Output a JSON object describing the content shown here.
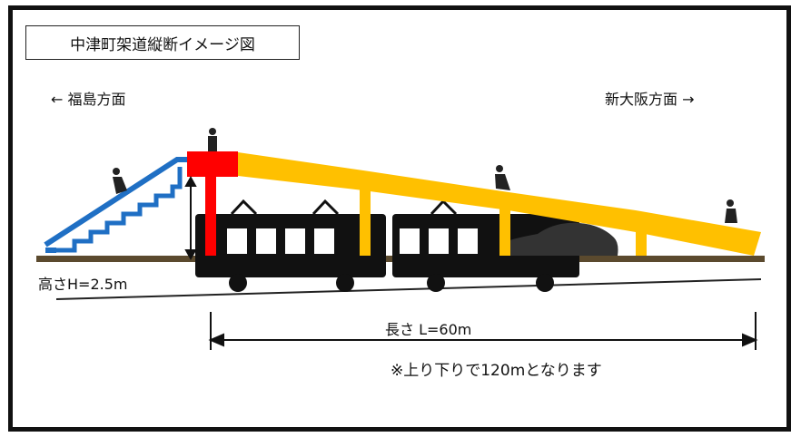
{
  "title": "中津町架道縦断イメージ図",
  "left_direction": "← 福島方面",
  "right_direction": "新大阪方面 →",
  "height_label": "高さH=2.5m",
  "length_label": "長さ L=60m",
  "note": "※上り下りで120mとなります",
  "colors": {
    "stair_blue": "#1f6fc4",
    "bridge_yellow": "#ffc000",
    "tower_red": "#ff0000",
    "track_brown": "#5b4a2e",
    "train_black": "#111111"
  }
}
